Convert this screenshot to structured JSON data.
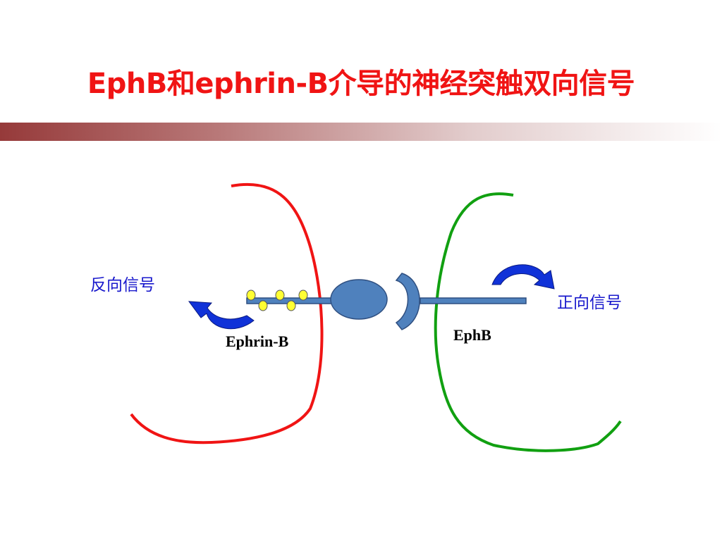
{
  "slide": {
    "title": "EphB和ephrin-B介导的神经突触双向信号"
  },
  "diagram": {
    "reverse_signal_label": "反向信号",
    "forward_signal_label": "正向信号",
    "ligand_label": "Ephrin-B",
    "receptor_label": "EphB"
  },
  "colors": {
    "title": "#f01414",
    "presynaptic_membrane": "#f01414",
    "postsynaptic_membrane": "#11a011",
    "protein_fill": "#4f81bd",
    "protein_stroke": "#2f4f80",
    "phospho_dots": "#ffff33",
    "arrow_fill": "#1032d8",
    "chinese_label": "#1818cc",
    "latin_label": "#000000",
    "title_bar_start": "#963a3a"
  }
}
